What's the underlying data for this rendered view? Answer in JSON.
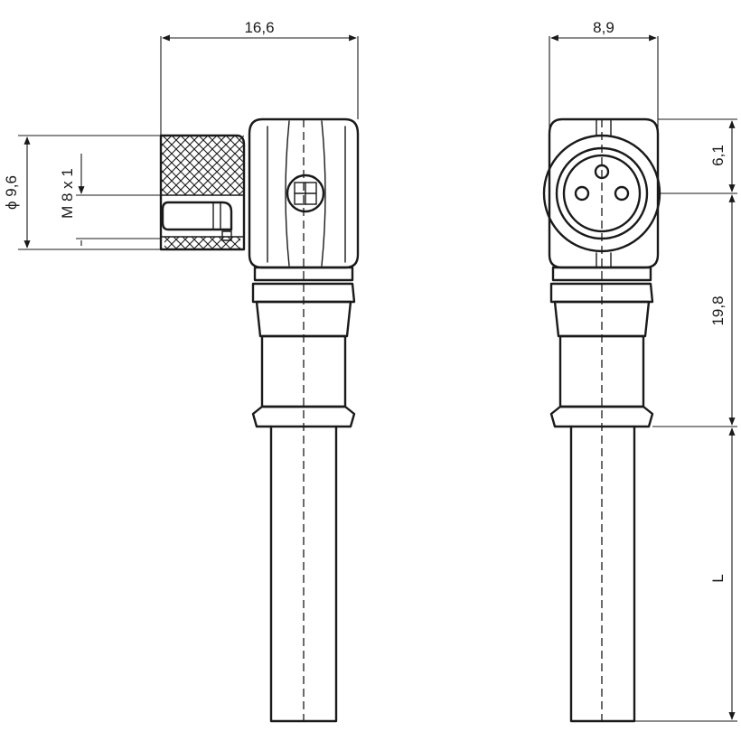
{
  "drawing": {
    "dimensions": {
      "left_width": "16,6",
      "right_width": "8,9",
      "diameter": "ϕ 9,6",
      "thread": "M 8 x 1",
      "top_offset": "6,1",
      "body_length": "19,8",
      "cable_length": "L"
    }
  }
}
